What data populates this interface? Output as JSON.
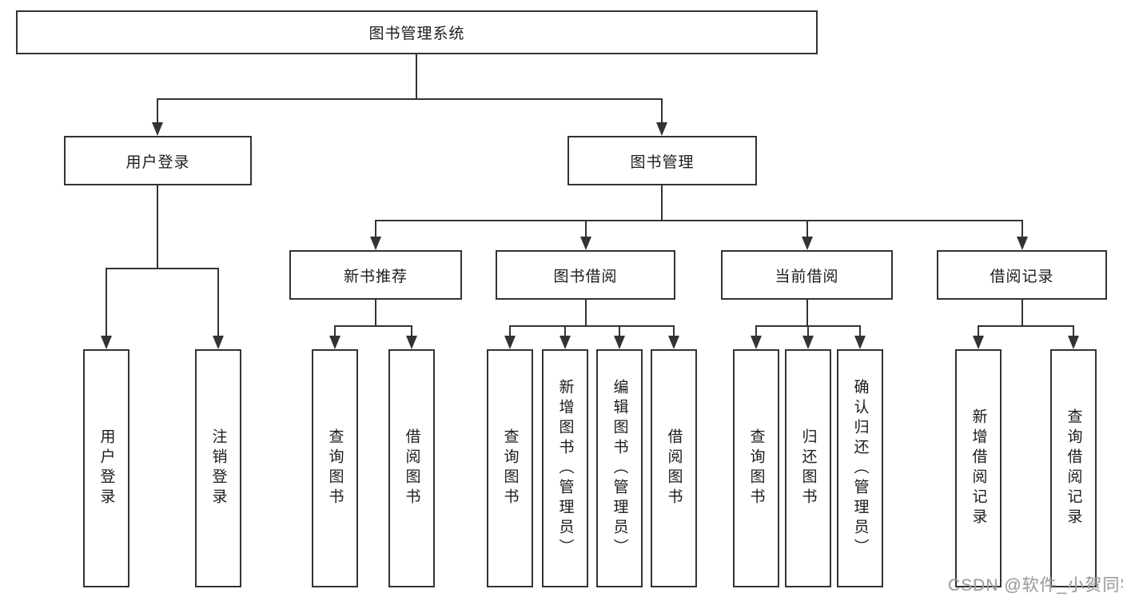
{
  "nodes": {
    "root": "图书管理系统",
    "user_login": "用户登录",
    "book_mgmt": "图书管理",
    "new_book_rec": "新书推荐",
    "book_borrow": "图书借阅",
    "current_borrow": "当前借阅",
    "borrow_records": "借阅记录",
    "leaf_user_login": "用户登录",
    "leaf_logout": "注销登录",
    "rec_query_books": "查询图书",
    "rec_borrow_books": "借阅图书",
    "bb_query_books": "查询图书",
    "bb_add_books": "新增图书（管理员）",
    "bb_edit_books": "编辑图书（管理员）",
    "bb_borrow_books": "借阅图书",
    "cb_query_books": "查询图书",
    "cb_return_books": "归还图书",
    "cb_confirm_return": "确认归还（管理员）",
    "br_add_record": "新增借阅记录",
    "br_query_record": "查询借阅记录"
  },
  "watermark": "CSDN @软件_小贺同学",
  "colors": {
    "line": "#333333",
    "box_fill": "#ffffff",
    "watermark": "#9f9f9f"
  }
}
